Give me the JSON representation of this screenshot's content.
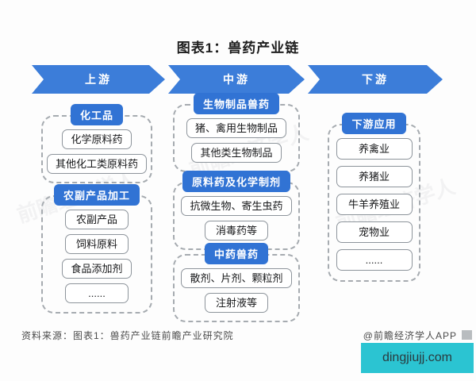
{
  "title": "图表1：兽药产业链",
  "stages": [
    {
      "label": "上游"
    },
    {
      "label": "中游"
    },
    {
      "label": "下游"
    }
  ],
  "columns": [
    {
      "groups": [
        {
          "header": "化工品",
          "items": [
            "化学原料药",
            "其他化工类原料药"
          ]
        },
        {
          "header": "农副产品加工",
          "items": [
            "农副产品",
            "饲料原料",
            "食品添加剂",
            "......"
          ]
        }
      ]
    },
    {
      "groups": [
        {
          "header": "生物制品兽药",
          "items": [
            "猪、禽用生物制品",
            "其他类生物制品"
          ]
        },
        {
          "header": "原料药及化学制剂",
          "items": [
            "抗微生物、寄生虫药",
            "消毒药等"
          ]
        },
        {
          "header": "中药兽药",
          "items": [
            "散剂、片剂、颗粒剂",
            "注射液等"
          ]
        }
      ]
    },
    {
      "groups": [
        {
          "header": "下游应用",
          "items": [
            "养禽业",
            "养猪业",
            "牛羊养殖业",
            "宠物业",
            "......"
          ]
        }
      ]
    }
  ],
  "footer": {
    "source": "资料来源：图表1：兽药产业链前瞻产业研究院",
    "credit": "@前瞻经济学人APP",
    "site": "dingjiujj.com"
  },
  "watermark_faint": "前瞻经济学人",
  "colors": {
    "arrow_blue": "#3c7dd9",
    "header_blue": "#3173d4",
    "site_cyan": "#2bc4d2",
    "site_cyan_light": "#64d6df",
    "dashed_border": "#a6abb0"
  }
}
